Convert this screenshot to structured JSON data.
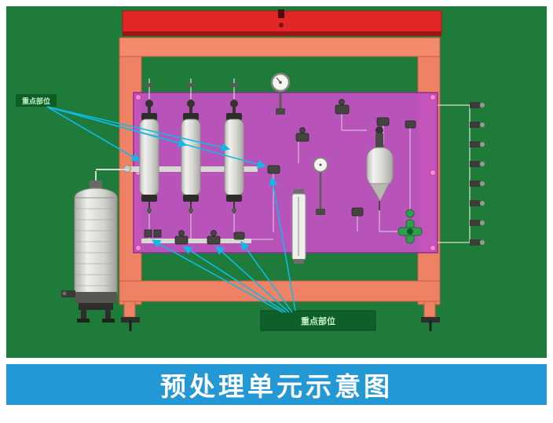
{
  "banner": {
    "title": "预处理单元示意图"
  },
  "callouts": {
    "top": {
      "label": "重点部位"
    },
    "bottom": {
      "label": "重点部位"
    }
  },
  "colors": {
    "page_background": "#ffffff",
    "scene_background": "#1e7b3a",
    "frame_salmon": "#ef8264",
    "top_beam_red": "#e02626",
    "panel_magenta": "#c051c0",
    "panel_corner_dots": "#ff87d2",
    "arrow_cyan": "#10b9e6",
    "callout_box_green": "#0d5d27",
    "callout_text_green": "#bdf3c4",
    "banner_background": "#2398d4",
    "banner_text": "#ffffff",
    "valve_green": "#2f9e4f",
    "metal_gray": "#d8d8d3"
  },
  "components": [
    "filter-column-1",
    "filter-column-2",
    "filter-column-3",
    "storage-tank",
    "pressure-gauge-top",
    "pressure-gauge-mid",
    "flow-meter",
    "accumulator-tank",
    "cross-valve",
    "sample-ports",
    "support-frame",
    "mounting-panel",
    "top-beam"
  ]
}
